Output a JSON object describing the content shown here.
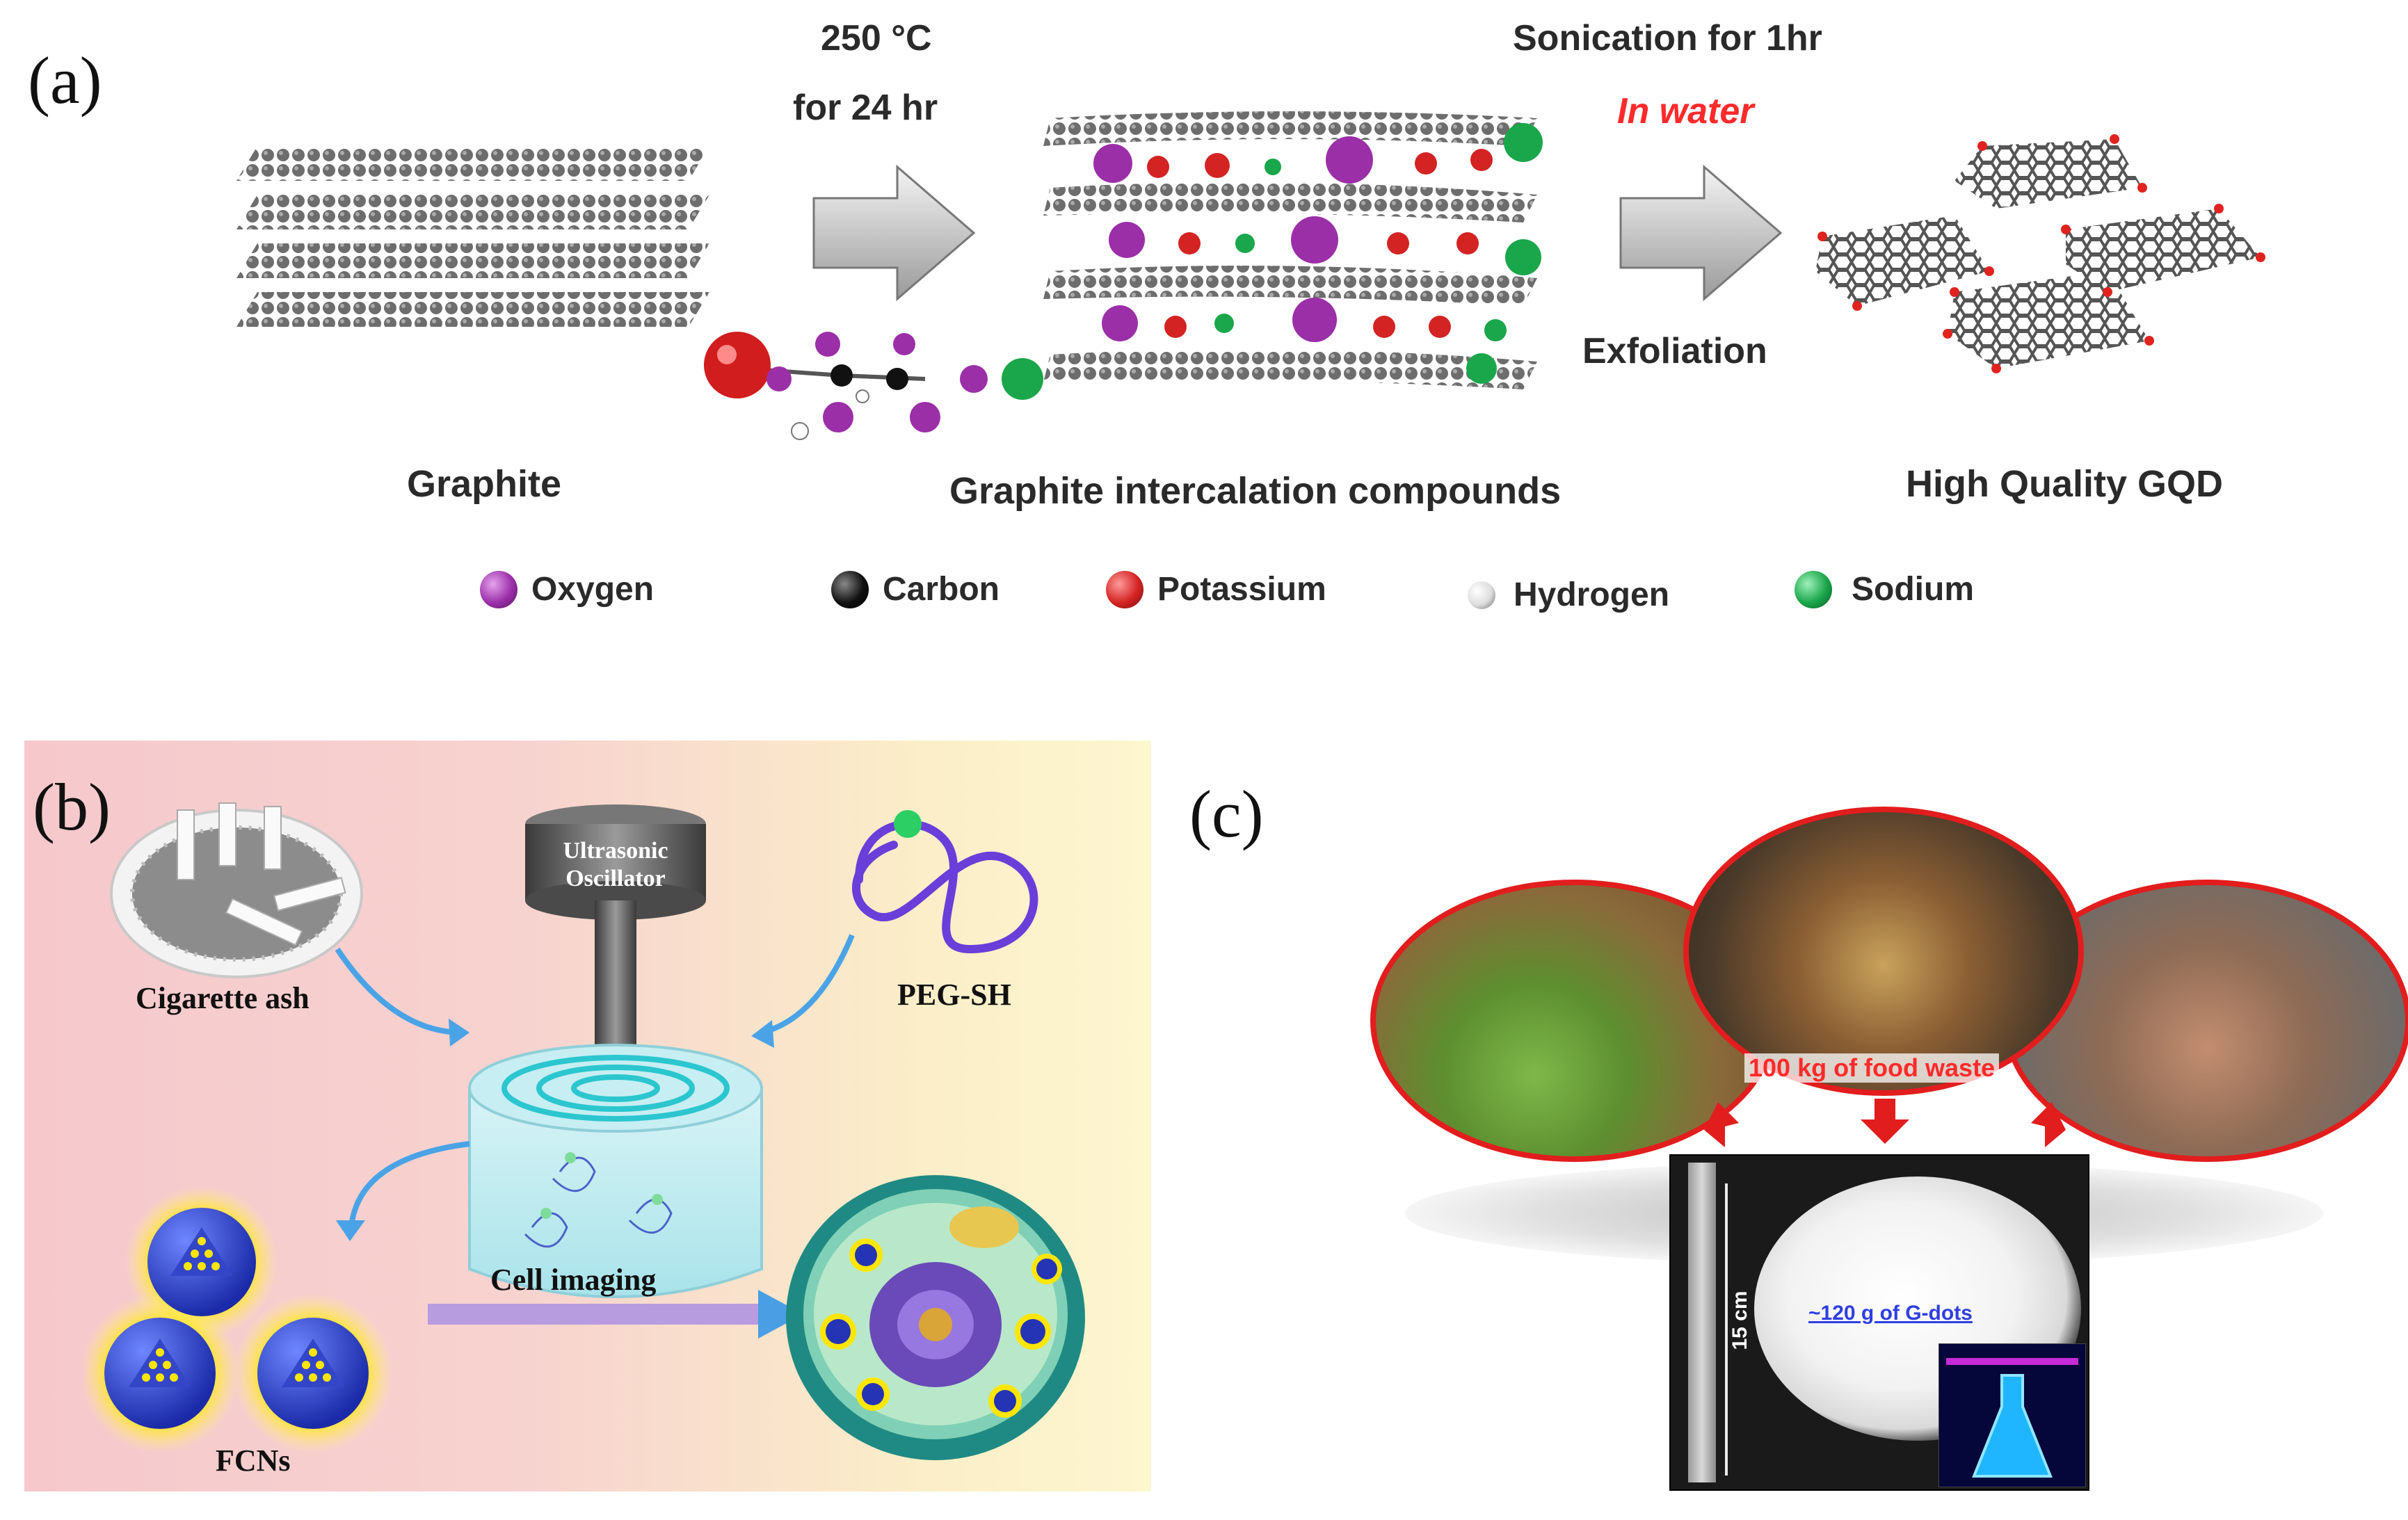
{
  "panel_a": {
    "letter": "(a)",
    "step1_line1": "250 °C",
    "step1_line2": "for 24 hr",
    "step2_line1": "Sonication for 1hr",
    "step2_line2": "In water",
    "step2_below": "Exfoliation",
    "label_graphite": "Graphite",
    "label_gic": "Graphite intercalation compounds",
    "label_gqd": "High Quality GQD",
    "legend": [
      {
        "label": "Oxygen",
        "color": "#9b2fa8"
      },
      {
        "label": "Carbon",
        "color": "#111111"
      },
      {
        "label": "Potassium",
        "color": "#d42323"
      },
      {
        "label": "Hydrogen",
        "color": "#ffffff"
      },
      {
        "label": "Sodium",
        "color": "#1aa64a"
      }
    ]
  },
  "panel_b": {
    "letter": "(b)",
    "oscillator_line1": "Ultrasonic",
    "oscillator_line2": "Oscillator",
    "label_ash": "Cigarette ash",
    "label_peg": "PEG-SH",
    "label_imaging": "Cell imaging",
    "label_fcns": "FCNs"
  },
  "panel_c": {
    "letter": "(c)",
    "label_waste": "100 kg of food waste",
    "label_gdots": "~120 g of G-dots",
    "label_ruler": "15 cm"
  }
}
